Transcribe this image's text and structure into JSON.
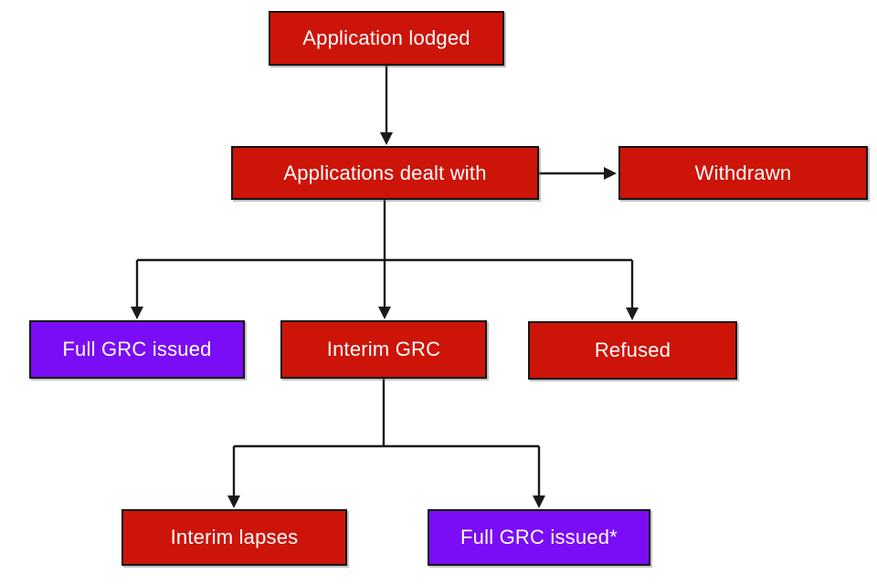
{
  "colors": {
    "node_red": "#cd1409",
    "node_purple": "#7a0df5",
    "node_border": "#141414",
    "node_text": "#ffffff",
    "connector": "#1a1a1a",
    "background": "#ffffff"
  },
  "flowchart": {
    "nodes": {
      "application_lodged": {
        "label": "Application lodged",
        "color": "red"
      },
      "applications_dealt_with": {
        "label": "Applications dealt with",
        "color": "red"
      },
      "withdrawn": {
        "label": "Withdrawn",
        "color": "red"
      },
      "full_grc_issued": {
        "label": "Full GRC issued",
        "color": "purple"
      },
      "interim_grc": {
        "label": "Interim GRC",
        "color": "red"
      },
      "refused": {
        "label": "Refused",
        "color": "red"
      },
      "interim_lapses": {
        "label": "Interim lapses",
        "color": "red"
      },
      "full_grc_issued_star": {
        "label": "Full GRC issued*",
        "color": "purple"
      }
    },
    "edges": [
      {
        "from": "application_lodged",
        "to": "applications_dealt_with"
      },
      {
        "from": "applications_dealt_with",
        "to": "withdrawn"
      },
      {
        "from": "applications_dealt_with",
        "to": "full_grc_issued"
      },
      {
        "from": "applications_dealt_with",
        "to": "interim_grc"
      },
      {
        "from": "applications_dealt_with",
        "to": "refused"
      },
      {
        "from": "interim_grc",
        "to": "interim_lapses"
      },
      {
        "from": "interim_grc",
        "to": "full_grc_issued_star"
      }
    ]
  }
}
